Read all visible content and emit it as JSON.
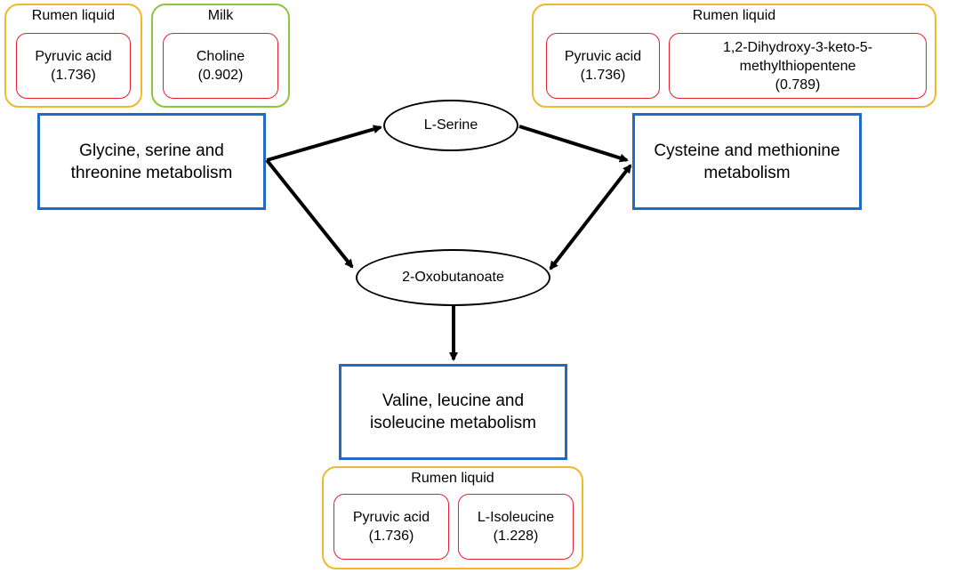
{
  "groups": {
    "top_left_rumen": {
      "title": "Rumen liquid",
      "compounds": [
        {
          "name": "Pyruvic acid",
          "value": "(1.736)"
        }
      ]
    },
    "top_milk": {
      "title": "Milk",
      "compounds": [
        {
          "name": "Choline",
          "value": "(0.902)"
        }
      ]
    },
    "top_right_rumen": {
      "title": "Rumen liquid",
      "compounds": [
        {
          "name": "Pyruvic acid",
          "value": "(1.736)"
        },
        {
          "name_line1": "1,2-Dihydroxy-3-keto-5-",
          "name_line2": "methylthiopentene",
          "value": "(0.789)"
        }
      ]
    },
    "bottom_rumen": {
      "title": "Rumen liquid",
      "compounds": [
        {
          "name": "Pyruvic acid",
          "value": "(1.736)"
        },
        {
          "name": "L-Isoleucine",
          "value": "(1.228)"
        }
      ]
    }
  },
  "pathways": {
    "glycine": {
      "line1": "Glycine, serine and",
      "line2": "threonine metabolism"
    },
    "cysteine": {
      "line1": "Cysteine and methionine",
      "line2": "metabolism"
    },
    "valine": {
      "line1": "Valine, leucine and",
      "line2": "isoleucine metabolism"
    }
  },
  "nodes": {
    "serine": "L-Serine",
    "oxobutanoate": "2-Oxobutanoate"
  },
  "colors": {
    "rumen_border": "#F2B82D",
    "milk_border": "#8CC63F",
    "compound_border": "#E5202E",
    "pathway_border": "#1F6CC2",
    "arrow": "#000000"
  }
}
